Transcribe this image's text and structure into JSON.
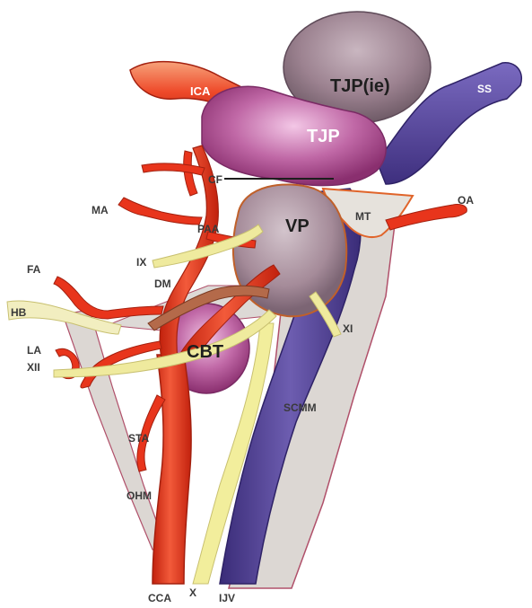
{
  "labels": {
    "tjp_ie": "TJP(ie)",
    "ica": "ICA",
    "ss": "SS",
    "tjp": "TJP",
    "cf": "CF",
    "ma": "MA",
    "oa": "OA",
    "mt": "MT",
    "vp": "VP",
    "paa": "PAA",
    "ix": "IX",
    "fa": "FA",
    "dm": "DM",
    "hb": "HB",
    "xi": "XI",
    "cbt": "CBT",
    "la": "LA",
    "xii": "XII",
    "scmm": "SCMM",
    "sta": "STA",
    "ohm": "OHM",
    "cca": "CCA",
    "x": "X",
    "ijv": "IJV"
  },
  "colors": {
    "artery": "#e8351c",
    "artery_dark": "#b8200f",
    "vein": "#5a4a9a",
    "vein_dark": "#3c2f78",
    "tumor": "#a34d8c",
    "tumor_light": "#d79ac4",
    "tumor_gray": "#8f7a86",
    "nerve": "#eeeaa5",
    "muscle": "#dcd7d3",
    "muscle_edge": "#b0506a",
    "mastoid": "#e4e0da",
    "mastoid_edge": "#e0642a"
  }
}
